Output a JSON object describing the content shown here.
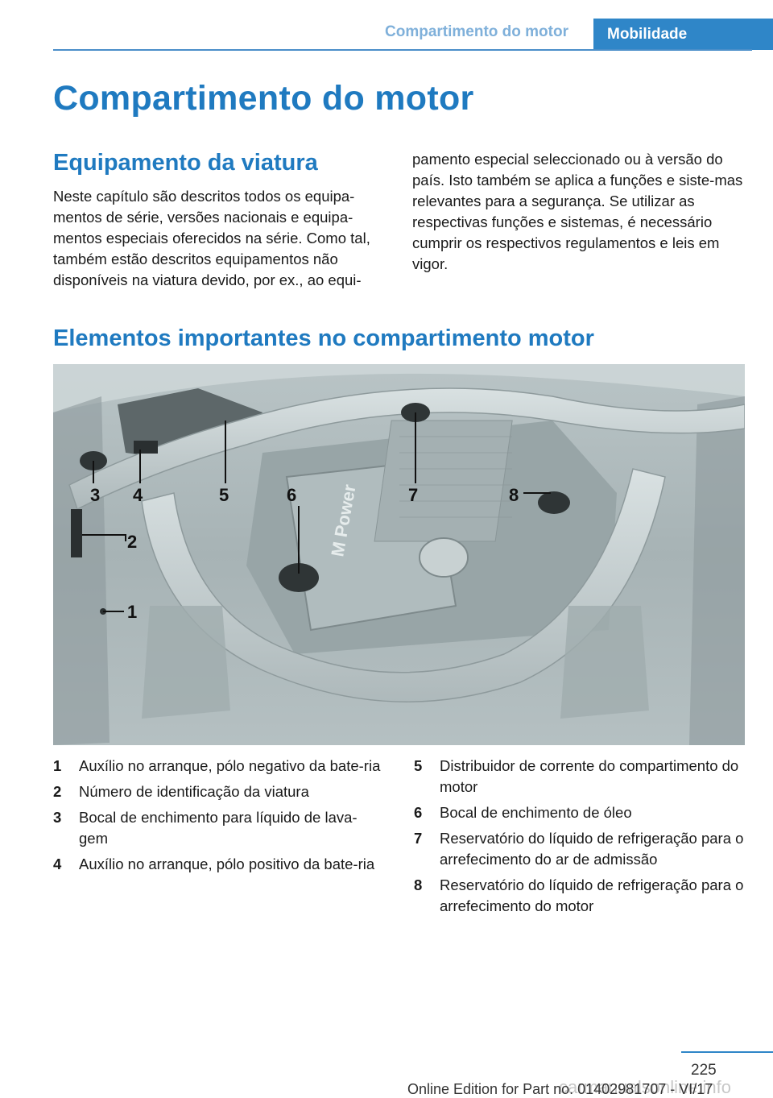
{
  "header": {
    "section": "Compartimento do motor",
    "tab": "Mobilidade"
  },
  "page_title": "Compartimento do motor",
  "section1": {
    "heading": "Equipamento da viatura",
    "paragraph_left": "Neste capítulo são descritos todos os equipa‐mentos de série, versões nacionais e equipa‐mentos especiais oferecidos na série. Como tal, também estão descritos equipamentos não disponíveis na viatura devido, por ex., ao equi‐",
    "paragraph_right": "pamento especial seleccionado ou à versão do país. Isto também se aplica a funções e siste‐mas relevantes para a segurança. Se utilizar as respectivas funções e sistemas, é necessário cumprir os respectivos regulamentos e leis em vigor."
  },
  "section2": {
    "heading": "Elementos importantes no compartimento motor"
  },
  "figure": {
    "callouts": [
      "1",
      "2",
      "3",
      "4",
      "5",
      "6",
      "7",
      "8"
    ],
    "engine_cover_text": "M Power"
  },
  "legend": [
    {
      "num": "1",
      "text": "Auxílio no arranque, pólo negativo da bate‐ria"
    },
    {
      "num": "2",
      "text": "Número de identificação da viatura"
    },
    {
      "num": "3",
      "text": "Bocal de enchimento para líquido de lava‐gem"
    },
    {
      "num": "4",
      "text": "Auxílio no arranque, pólo positivo da bate‐ria"
    },
    {
      "num": "5",
      "text": "Distribuidor de corrente do compartimento do motor"
    },
    {
      "num": "6",
      "text": "Bocal de enchimento de óleo"
    },
    {
      "num": "7",
      "text": "Reservatório do líquido de refrigeração para o arrefecimento do ar de admissão"
    },
    {
      "num": "8",
      "text": "Reservatório do líquido de refrigeração para o arrefecimento do motor"
    }
  ],
  "footer": {
    "page_number": "225",
    "edition": "Online Edition for Part no. 01402981707 - VI/17",
    "watermark": "carmanualsonline.info"
  }
}
